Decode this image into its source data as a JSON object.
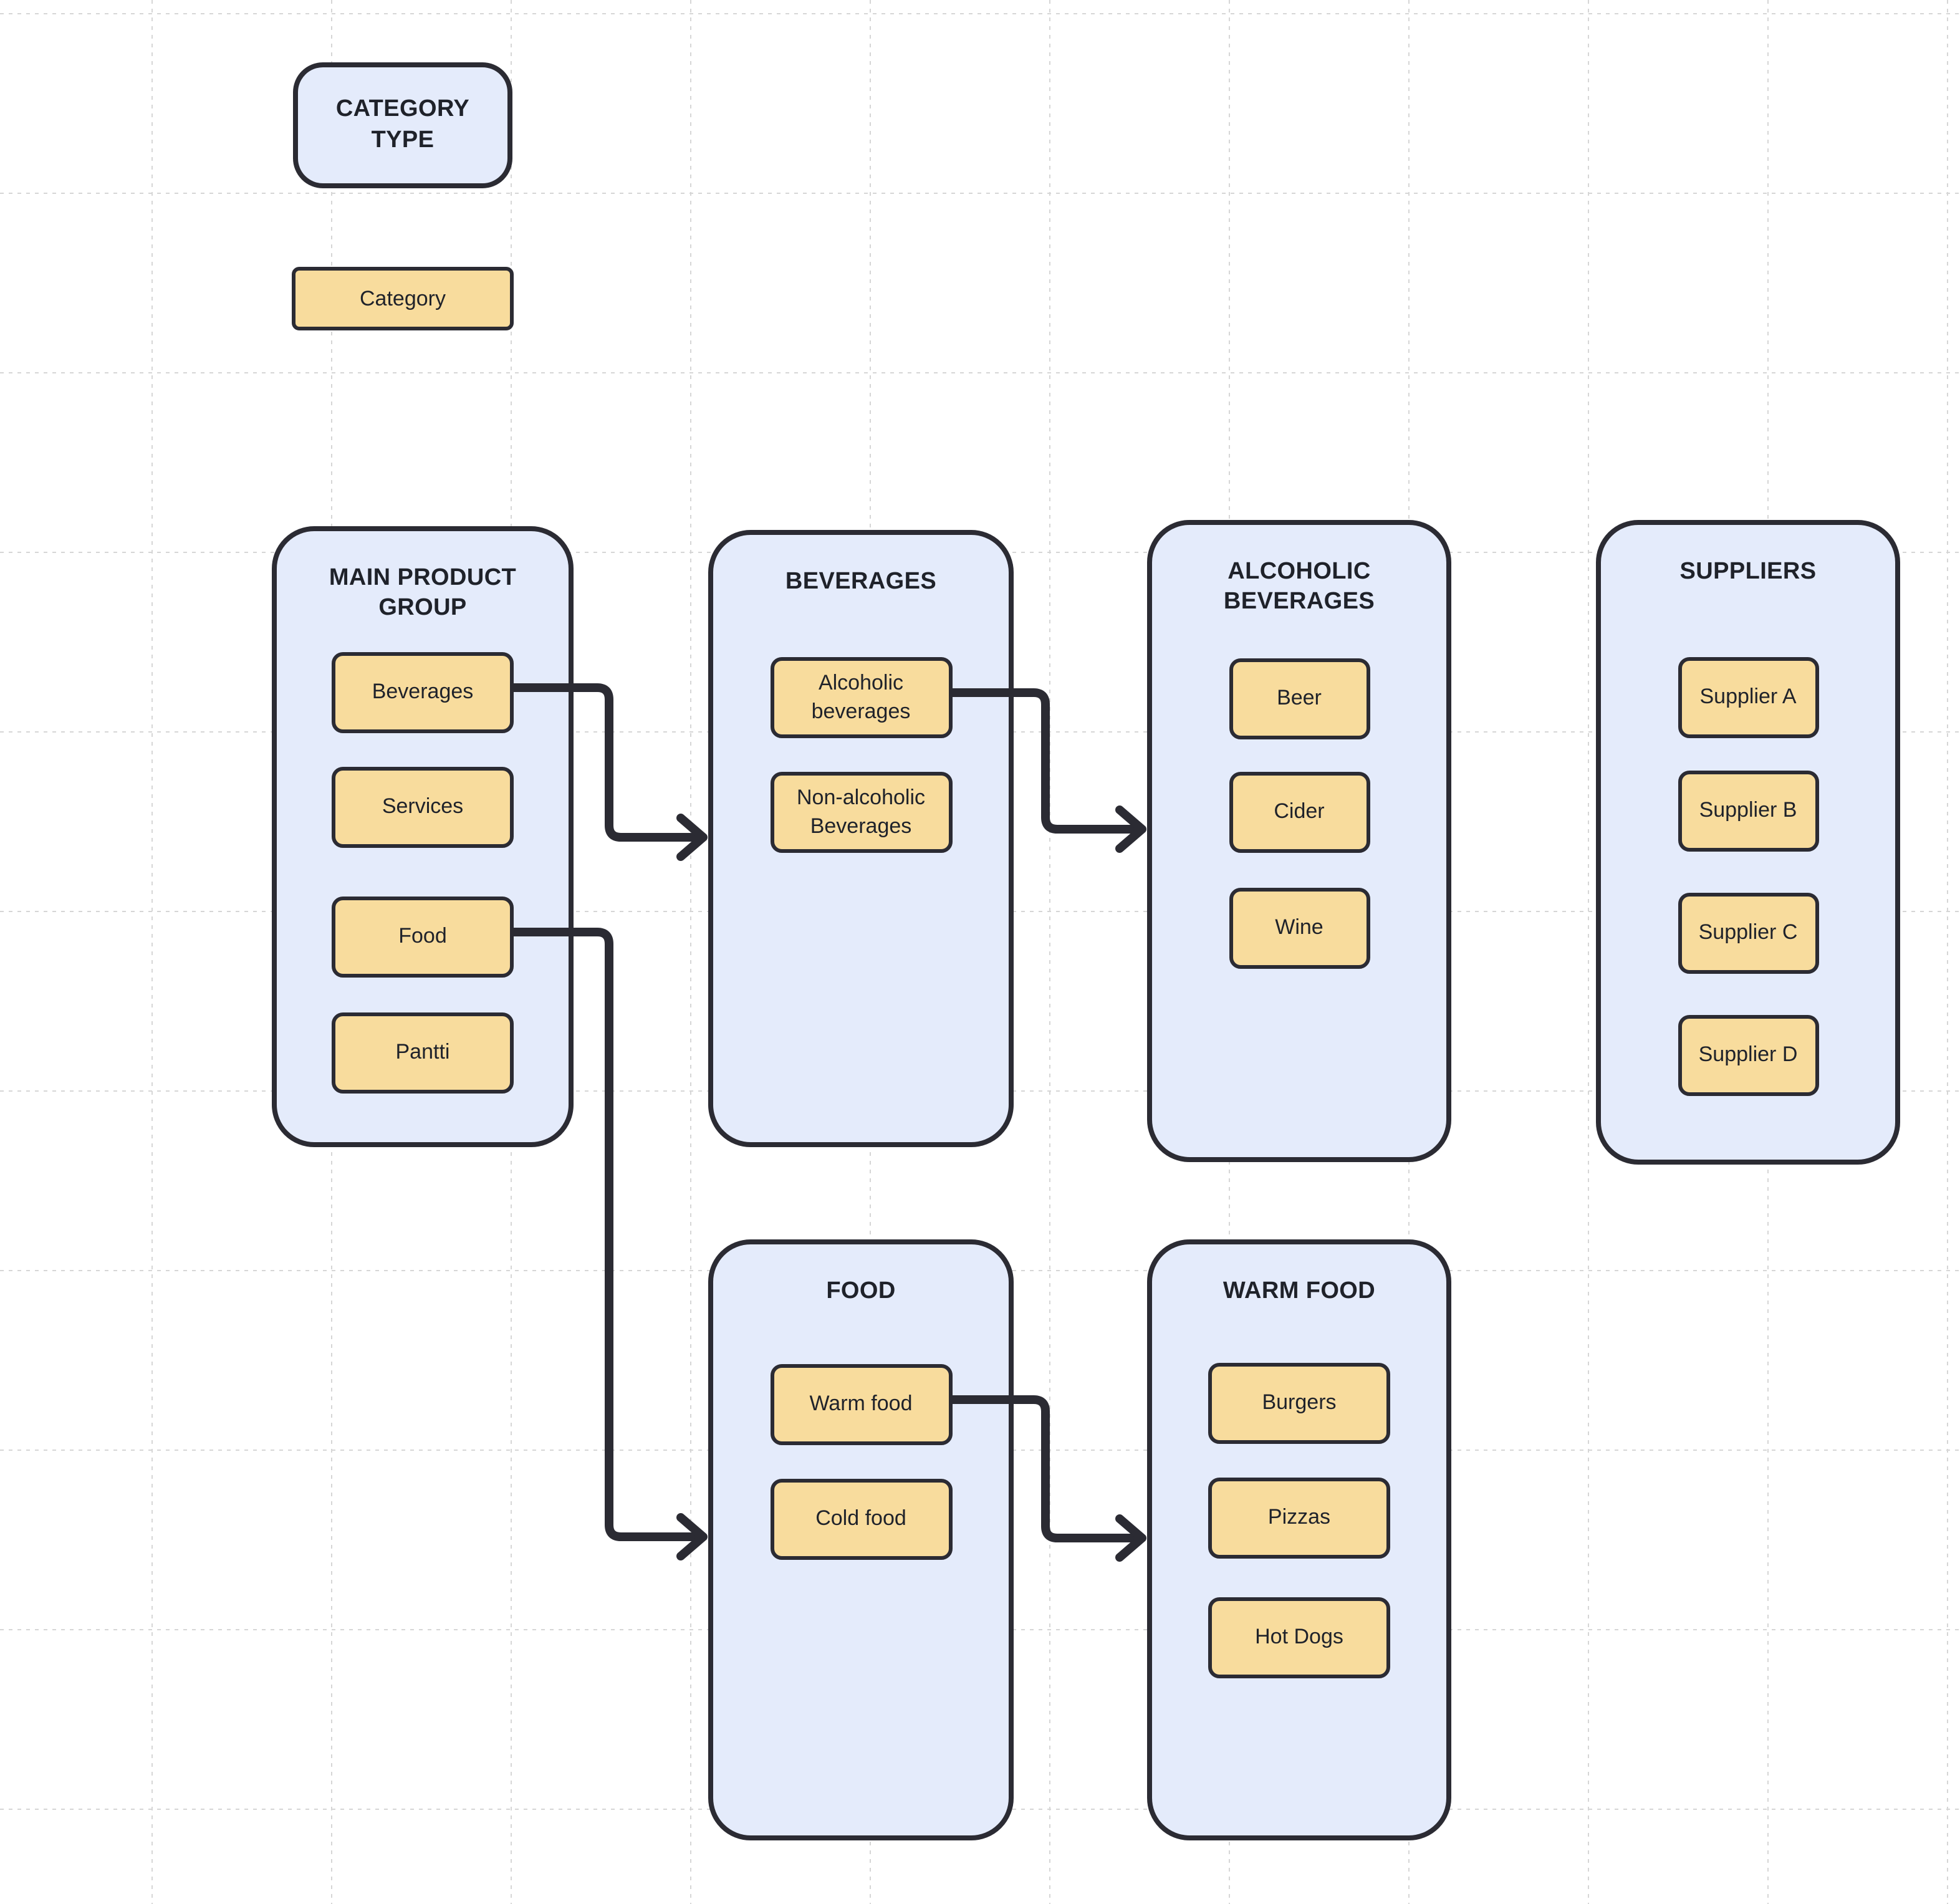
{
  "colors": {
    "container_fill": "#E4EBFB",
    "item_fill": "#F8DC9D",
    "stroke": "#2B2B33",
    "text": "#1F222A",
    "grid": "#D6D6D6",
    "background": "#FFFFFF"
  },
  "legend": {
    "category_type_label": "CATEGORY TYPE",
    "category_label": "Category"
  },
  "containers": [
    {
      "id": "main-product-group",
      "title": "MAIN PRODUCT GROUP",
      "items": [
        "Beverages",
        "Services",
        "Food",
        "Pantti"
      ]
    },
    {
      "id": "beverages",
      "title": "BEVERAGES",
      "items": [
        "Alcoholic beverages",
        "Non-alcoholic Beverages"
      ]
    },
    {
      "id": "alcoholic-beverages",
      "title": "ALCOHOLIC BEVERAGES",
      "items": [
        "Beer",
        "Cider",
        "Wine"
      ]
    },
    {
      "id": "suppliers",
      "title": "SUPPLIERS",
      "items": [
        "Supplier A",
        "Supplier B",
        "Supplier C",
        "Supplier D"
      ]
    },
    {
      "id": "food",
      "title": "FOOD",
      "items": [
        "Warm food",
        "Cold food"
      ]
    },
    {
      "id": "warm-food",
      "title": "WARM FOOD",
      "items": [
        "Burgers",
        "Pizzas",
        "Hot Dogs"
      ]
    }
  ],
  "connections": [
    {
      "from": "Beverages",
      "to": "BEVERAGES"
    },
    {
      "from": "Alcoholic beverages",
      "to": "ALCOHOLIC BEVERAGES"
    },
    {
      "from": "Food",
      "to": "FOOD"
    },
    {
      "from": "Warm food",
      "to": "WARM FOOD"
    }
  ]
}
